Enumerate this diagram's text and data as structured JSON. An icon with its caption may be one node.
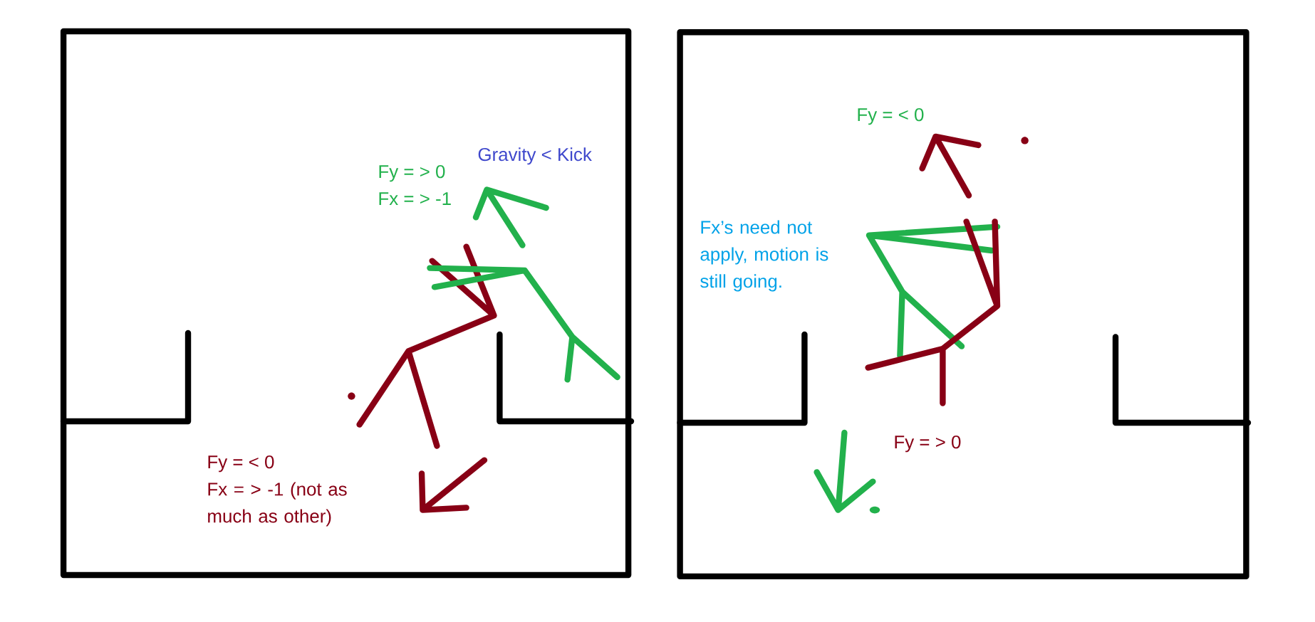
{
  "diagram": {
    "nodes": [
      {
        "text": [
          "Gravity < Kick",
          "Fy = > 0",
          "Fx = > -1",
          "Fy = < 0",
          "Fx = > -1 (not as much as other)"
        ]
      },
      {
        "text": [
          "Fy = < 0",
          "Fx’s need not apply, motion is still going.",
          "Fy = > 0"
        ]
      }
    ]
  }
}
